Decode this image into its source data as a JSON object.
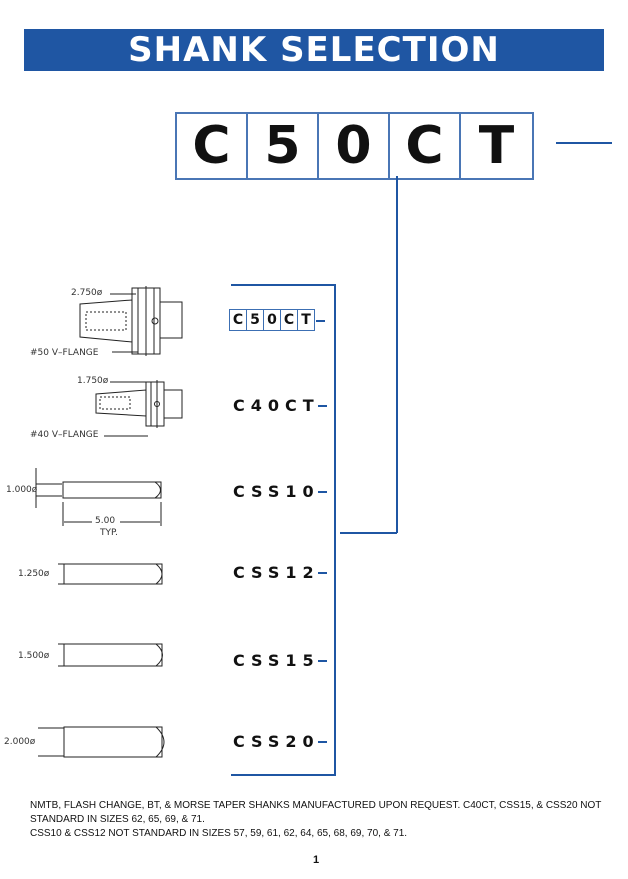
{
  "title": "SHANK SELECTION",
  "code_chars": [
    "C",
    "5",
    "0",
    "C",
    "T"
  ],
  "options": [
    {
      "code": "C50CT",
      "chars": [
        "C",
        "5",
        "0",
        "C",
        "T"
      ]
    },
    {
      "code": "C40CT"
    },
    {
      "code": "CSS10"
    },
    {
      "code": "CSS12"
    },
    {
      "code": "CSS15"
    },
    {
      "code": "CSS20"
    }
  ],
  "drawings": {
    "c50ct": {
      "diameter": "2.750ø",
      "flange": "#50 V–FLANGE"
    },
    "c40ct": {
      "diameter": "1.750ø",
      "flange": "#40 V–FLANGE"
    },
    "css10": {
      "diameter": "1.000ø",
      "length": "5.00",
      "length_note": "TYP."
    },
    "css12": {
      "diameter": "1.250ø"
    },
    "css15": {
      "diameter": "1.500ø"
    },
    "css20": {
      "diameter": "2.000ø"
    }
  },
  "notes": [
    "NMTB, FLASH CHANGE, BT, & MORSE TAPER SHANKS MANUFACTURED UPON REQUEST. C40CT, CSS15, & CSS20 NOT STANDARD IN SIZES 62, 65, 69, & 71.",
    "CSS10 & CSS12 NOT STANDARD IN SIZES 57, 59, 61, 62, 64, 65, 68, 69, 70, & 71."
  ],
  "page_number": "1",
  "colors": {
    "brand_blue": "#1f56a3",
    "box_border": "#4a76b5"
  }
}
